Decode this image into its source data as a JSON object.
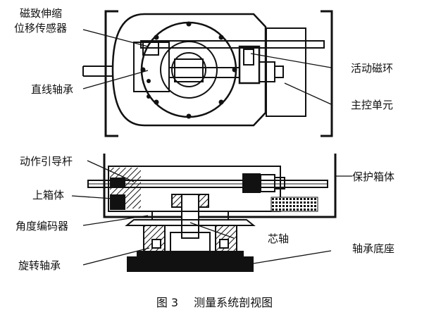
{
  "labels": {
    "sensor_line1": "磁致伸缩",
    "sensor_line2": "位移传感器",
    "linear_bearing": "直线轴承",
    "moving_magnet": "活动磁环",
    "main_control": "主控单元",
    "guide_rod": "动作引导杆",
    "upper_box": "上箱体",
    "angle_encoder": "角度编码器",
    "rotary_bearing": "旋转轴承",
    "protect_box": "保护箱体",
    "core_shaft": "芯轴",
    "bearing_base": "轴承底座"
  },
  "caption": {
    "number": "图 3",
    "title": "测量系统剖视图"
  },
  "colors": {
    "ink": "#111111",
    "paper": "#ffffff"
  }
}
